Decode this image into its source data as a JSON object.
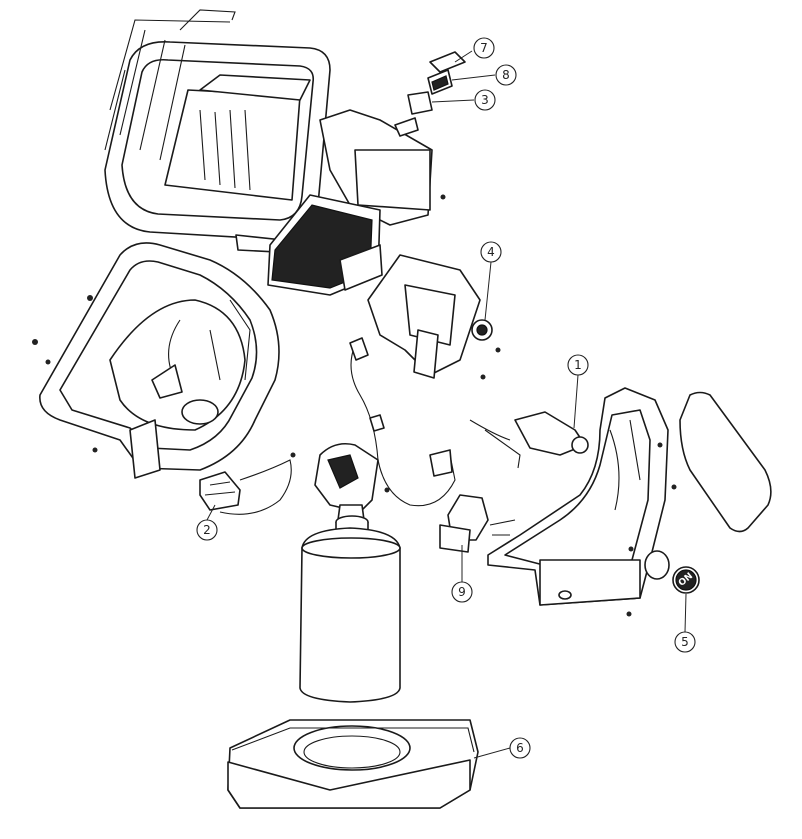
{
  "diagram": {
    "type": "exploded-parts-view",
    "callouts": [
      {
        "id": "1",
        "label": "1"
      },
      {
        "id": "2",
        "label": "2"
      },
      {
        "id": "3",
        "label": "3"
      },
      {
        "id": "4",
        "label": "4"
      },
      {
        "id": "5",
        "label": "5"
      },
      {
        "id": "6",
        "label": "6"
      },
      {
        "id": "7",
        "label": "7"
      },
      {
        "id": "8",
        "label": "8"
      },
      {
        "id": "9",
        "label": "9"
      }
    ],
    "knob_label": "ON"
  }
}
